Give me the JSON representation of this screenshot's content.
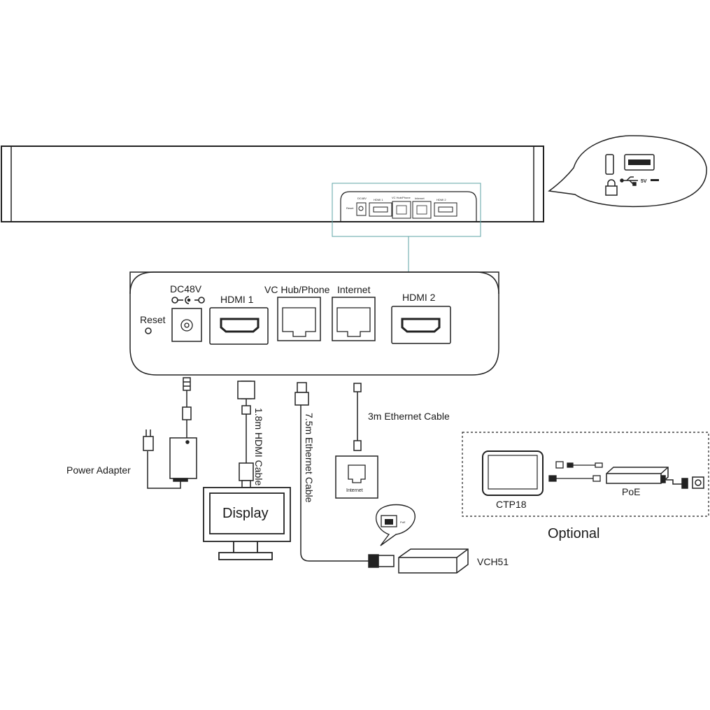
{
  "device_panel": {
    "dc_label": "DC48V",
    "reset_label": "Reset",
    "hdmi1_label": "HDMI 1",
    "vchub_label": "VC Hub/Phone",
    "internet_label": "Internet",
    "hdmi2_label": "HDMI 2"
  },
  "cables": {
    "hdmi_cable": "1.8m HDMI Cable",
    "ethernet_7_5": "7.5m Ethernet Cable",
    "ethernet_3": "3m Ethernet Cable"
  },
  "devices": {
    "power_adapter": "Power Adapter",
    "display": "Display",
    "wall_jack": "Internet",
    "vch51": "VCH51",
    "vch51_poe": "PoE",
    "ctp18": "CTP18",
    "poe": "PoE"
  },
  "optional_label": "Optional",
  "usb_callout": {
    "usb_spec": "5V"
  },
  "mini_panel": {
    "dc": "DC48V",
    "reset": "Reset",
    "hdmi1": "HDMI 1",
    "vchub": "VC Hub/Phone",
    "internet": "Internet",
    "hdmi2": "HDMI 2"
  }
}
